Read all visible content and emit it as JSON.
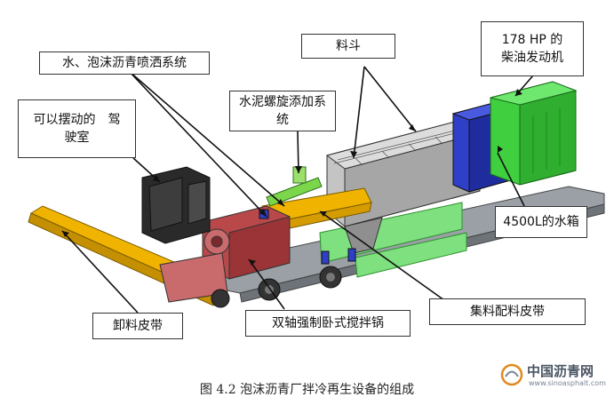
{
  "labels": {
    "water_foam_spray": "水、泡沫沥青喷洒系统",
    "hopper": "料斗",
    "engine_line1": "178 HP 的",
    "engine_line2": "柴油发动机",
    "cab_line1": "可以摆动的　驾",
    "cab_line2": "驶室",
    "cement_screw_line1": "水泥螺旋添加系",
    "cement_screw_line2": "统",
    "water_tank": "4500L的水箱",
    "discharge_belt": "卸料皮带",
    "collector_belt": "集料配料皮带",
    "twin_shaft_mixer": "双轴强制卧式搅拌锅"
  },
  "caption": "图 4.2  泡沫沥青厂拌冷再生设备的组成",
  "watermark": {
    "title": "中国沥青网",
    "url": "www.sinoasphalt.com"
  },
  "colors": {
    "engine_green": "#3fcf3f",
    "water_tank_blue": "#2f3fc8",
    "conveyor_yellow": "#f0b400",
    "mixer_red": "#b8484a",
    "belt_green": "#7ee07e",
    "cab_dark": "#2a2a2a",
    "hopper_gray": "#b8b8b8"
  }
}
